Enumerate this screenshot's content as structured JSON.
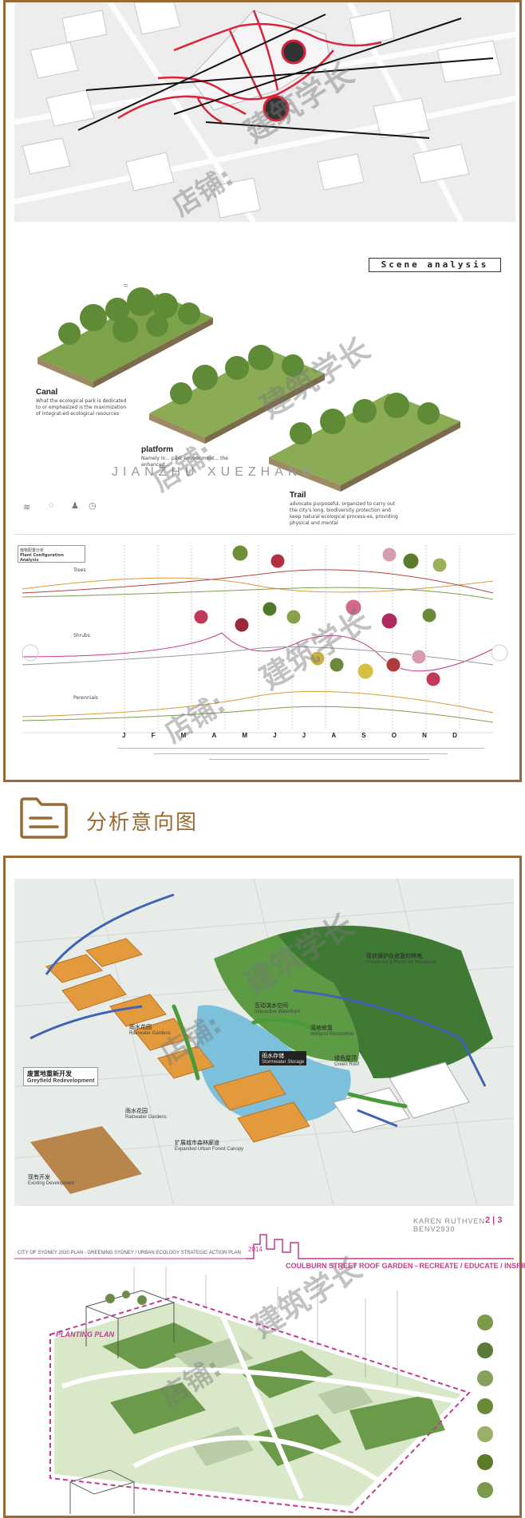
{
  "section1": {
    "scene_title": "Scene analysis",
    "canal_title": "Canal",
    "canal_text": "What the ecological park is dedicated to or emphasized is the maximization of integrat-ed ecological resources",
    "platform_title": "platform",
    "platform_text": "Namely in... park environment... the enhanced...",
    "trail_title": "Trail",
    "trail_text": "advocate purposeful, organized to carry out the city's long, biodiversity protection and keep natural ecological process-es, providing physical and mental",
    "overlay_text": "JIANZHU XUEZHANG",
    "plant_box_cn": "植物配置分析",
    "plant_box_en": "Plant Configuration Analysis",
    "row_trees": "Trees",
    "row_shrubs": "Shrubs",
    "row_perennials": "Perennials",
    "months": [
      "J",
      "F",
      "M",
      "A",
      "M",
      "J",
      "J",
      "A",
      "S",
      "O",
      "N",
      "D"
    ]
  },
  "heading": {
    "title": "分析意向图"
  },
  "section2": {
    "label_greyfield_cn": "废置地重新开发",
    "label_greyfield_en": "Greyfield Redevelopment",
    "label_existing_cn": "现有开发",
    "label_existing_en": "Existing Development",
    "label_stormwater_cn": "雨水存储",
    "label_stormwater_en": "Stormwater Storage",
    "label_woodland_cn": "现状保护及修复的林地",
    "label_woodland_en": "Preserved & Restored Woodland",
    "label_wetland_cn": "湿地修复",
    "label_wetland_en": "Wetland Restoration",
    "label_waterfront_cn": "互动滨水空间",
    "label_waterfront_en": "Interactive Waterfront",
    "label_raingarden_cn": "雨水花园",
    "label_raingarden_en": "Rainwater Gardens",
    "label_forest_cn": "扩展城市森林廊道",
    "label_forest_en": "Expanded Urban Forest Canopy",
    "label_green_cn": "绿色屋顶",
    "label_green_en": "Green Roof",
    "label_detention_cn": "雨水花园",
    "label_detention_en": "Rainwater Gardens"
  },
  "section3": {
    "author": "KAREN RUTHVEN BENV2930",
    "page": "2 | 3",
    "plan_title": "CITY OF SYDNEY 2030 PLAN - GREENING SYDNEY / URBAN ECOLOGY STRATEGIC ACTION PLAN",
    "year": "2014",
    "garden_title": "COULBURN STREET ROOF GARDEN - RECREATE / EDUCATE / INSPIRE",
    "planting_plan": "PLANTING PLAN"
  },
  "watermarks": {
    "w1": "店铺:",
    "w2": "建筑学长"
  },
  "colors": {
    "frame": "#9a6a35",
    "heading": "#9a6a35",
    "route_red": "#d8243a",
    "magenta": "#c23b8e",
    "orange_bldg": "#e39a3c",
    "green_park": "#3f7a34",
    "water_blue": "#7cc0dc"
  }
}
